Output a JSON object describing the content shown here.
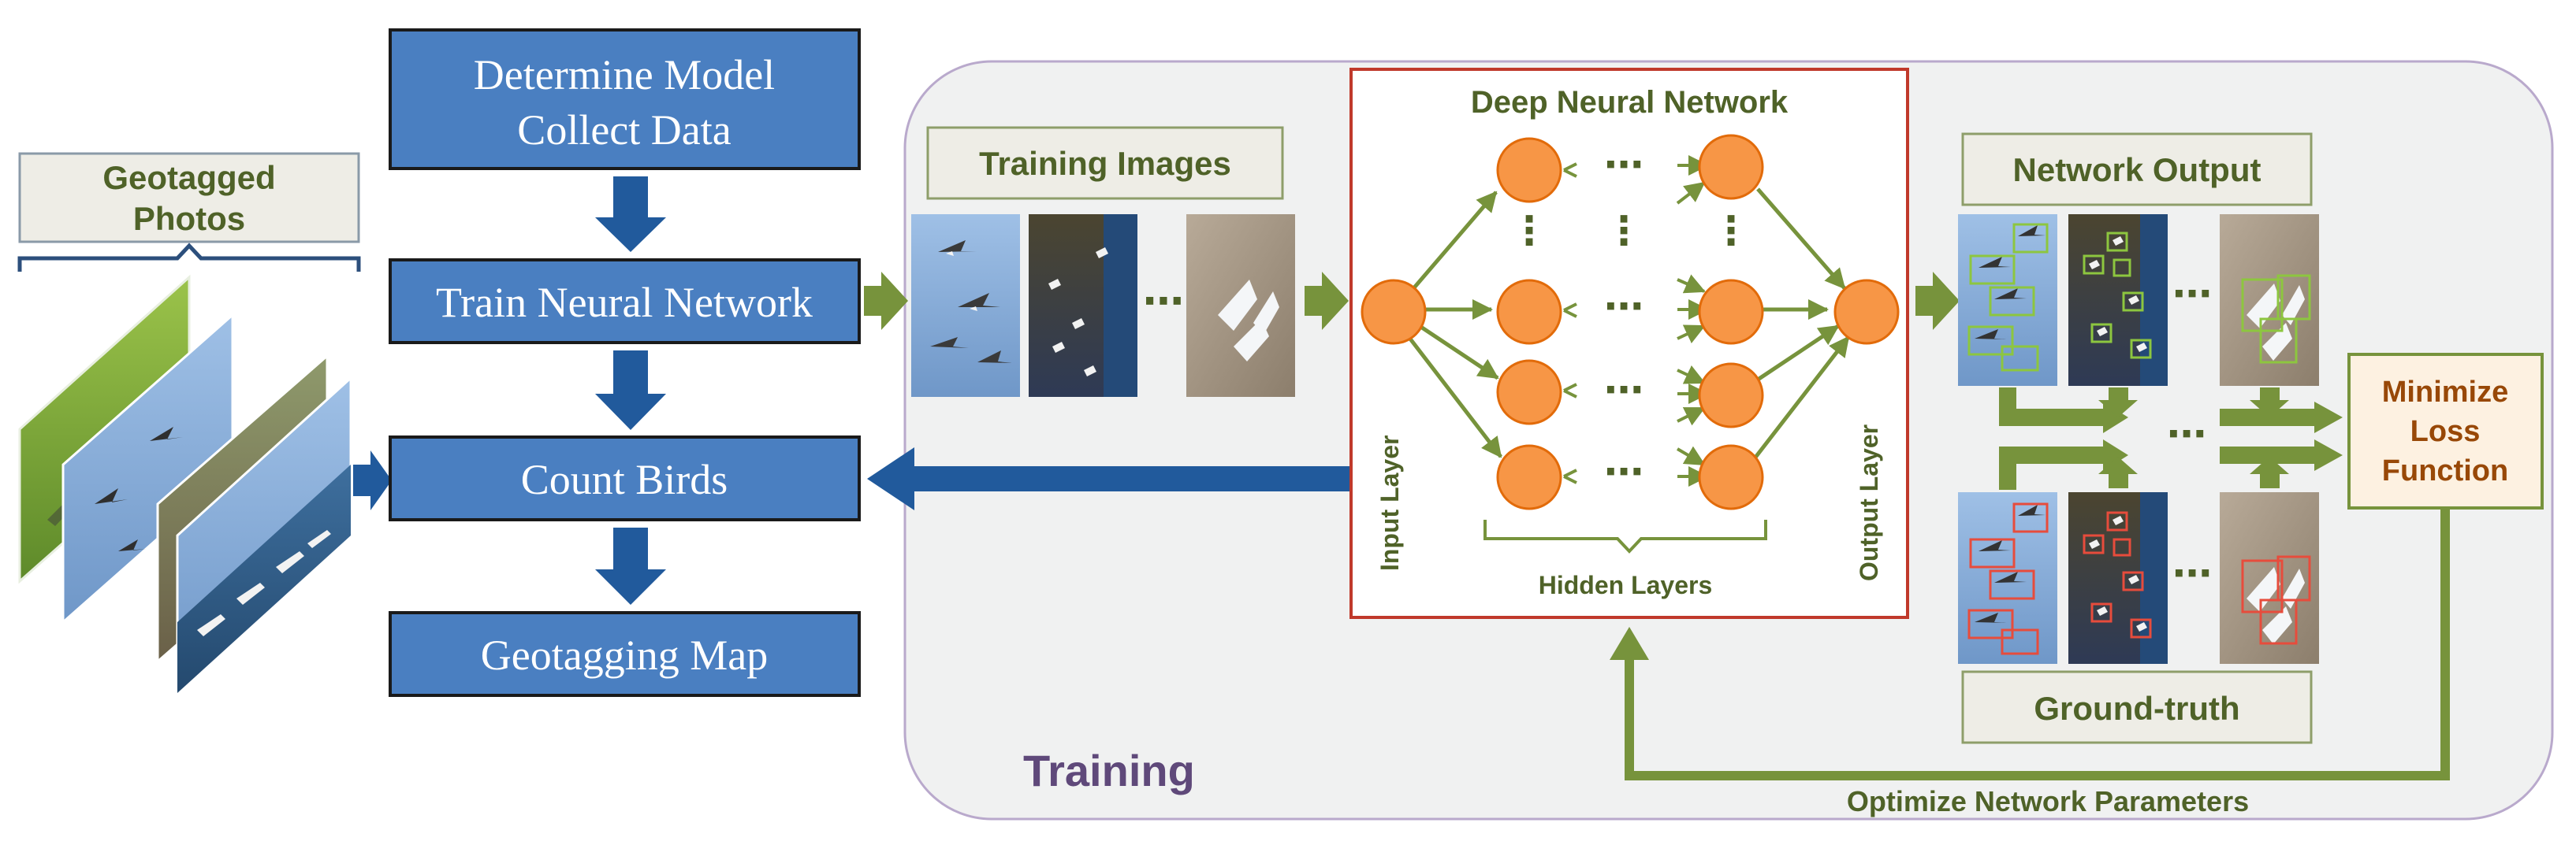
{
  "pipeline": {
    "step1_line1": "Determine Model",
    "step1_line2": "Collect Data",
    "step2": "Train Neural Network",
    "step3": "Count Birds",
    "step4": "Geotagging Map"
  },
  "geotagged": {
    "line1": "Geotagged",
    "line2": "Photos"
  },
  "training": {
    "title": "Training",
    "training_images_label": "Training Images",
    "dnn_title": "Deep Neural Network",
    "input_layer": "Input Layer",
    "hidden_layers": "Hidden Layers",
    "output_layer": "Output Layer",
    "network_output_label": "Network Output",
    "ground_truth_label": "Ground-truth",
    "loss_line1": "Minimize",
    "loss_line2": "Loss",
    "loss_line3": "Function",
    "optimize_label": "Optimize Network Parameters"
  },
  "colors": {
    "blue_box": "#4a7fc1",
    "dark_blue_arrow": "#215a9c",
    "green": "#77933c",
    "node_orange": "#f79646",
    "dnn_border": "#c0392b",
    "training_title": "#5f497a"
  },
  "icons": [
    "photo-stack-icon",
    "bird-photo-icon",
    "bounding-box-icon"
  ]
}
